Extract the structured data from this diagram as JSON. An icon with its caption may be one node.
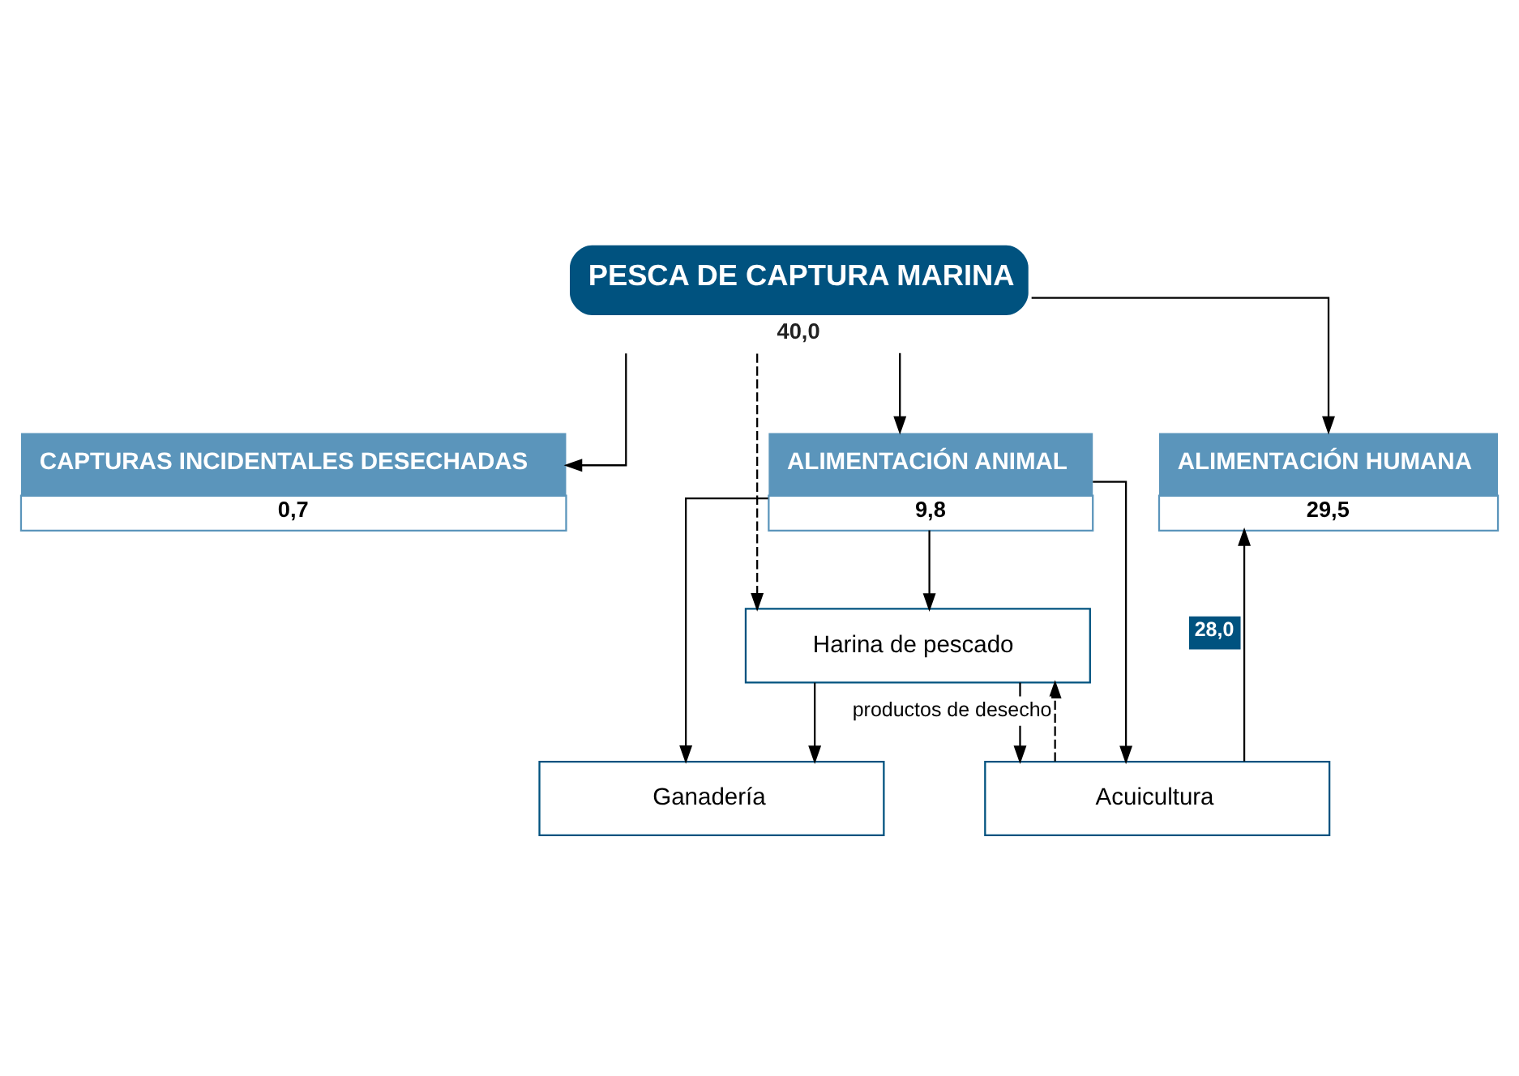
{
  "diagram": {
    "nodes": [
      {
        "text": [
          "PESCA DE CAPTURA MARINA"
        ],
        "beside": [
          "40,0"
        ]
      },
      {
        "text": [
          "CAPTURAS INCIDENTALES DESECHADAS",
          "0,7"
        ]
      },
      {
        "text": [
          "ALIMENTACIÓN ANIMAL",
          "9,8"
        ]
      },
      {
        "text": [
          "ALIMENTACIÓN HUMANA",
          "29,5"
        ]
      },
      {
        "text": [
          "Harina de pescado"
        ]
      },
      {
        "text": [
          "Ganadería"
        ]
      },
      {
        "text": [
          "Acuicultura"
        ]
      }
    ],
    "edges": [
      {
        "from": 0,
        "to": 1,
        "arrow": "to"
      },
      {
        "from": 0,
        "to": 2,
        "arrow": "to"
      },
      {
        "from": 0,
        "to": 3,
        "arrow": "to"
      },
      {
        "from": 2,
        "to": 4,
        "arrow": "to"
      },
      {
        "from": 2,
        "to": 5,
        "arrow": "to"
      },
      {
        "from": 2,
        "to": 6,
        "arrow": "to"
      },
      {
        "from": 4,
        "to": 5,
        "arrow": "to"
      },
      {
        "from": 4,
        "to": 6,
        "arrow": "to"
      },
      {
        "from": 0,
        "to": 4,
        "arrow": "to",
        "style": "dashed"
      },
      {
        "from": 6,
        "to": 4,
        "arrow": "to",
        "style": "dashed",
        "label": "productos de desecho"
      },
      {
        "from": 6,
        "to": 3,
        "arrow": "to",
        "label": "28,0"
      }
    ]
  }
}
